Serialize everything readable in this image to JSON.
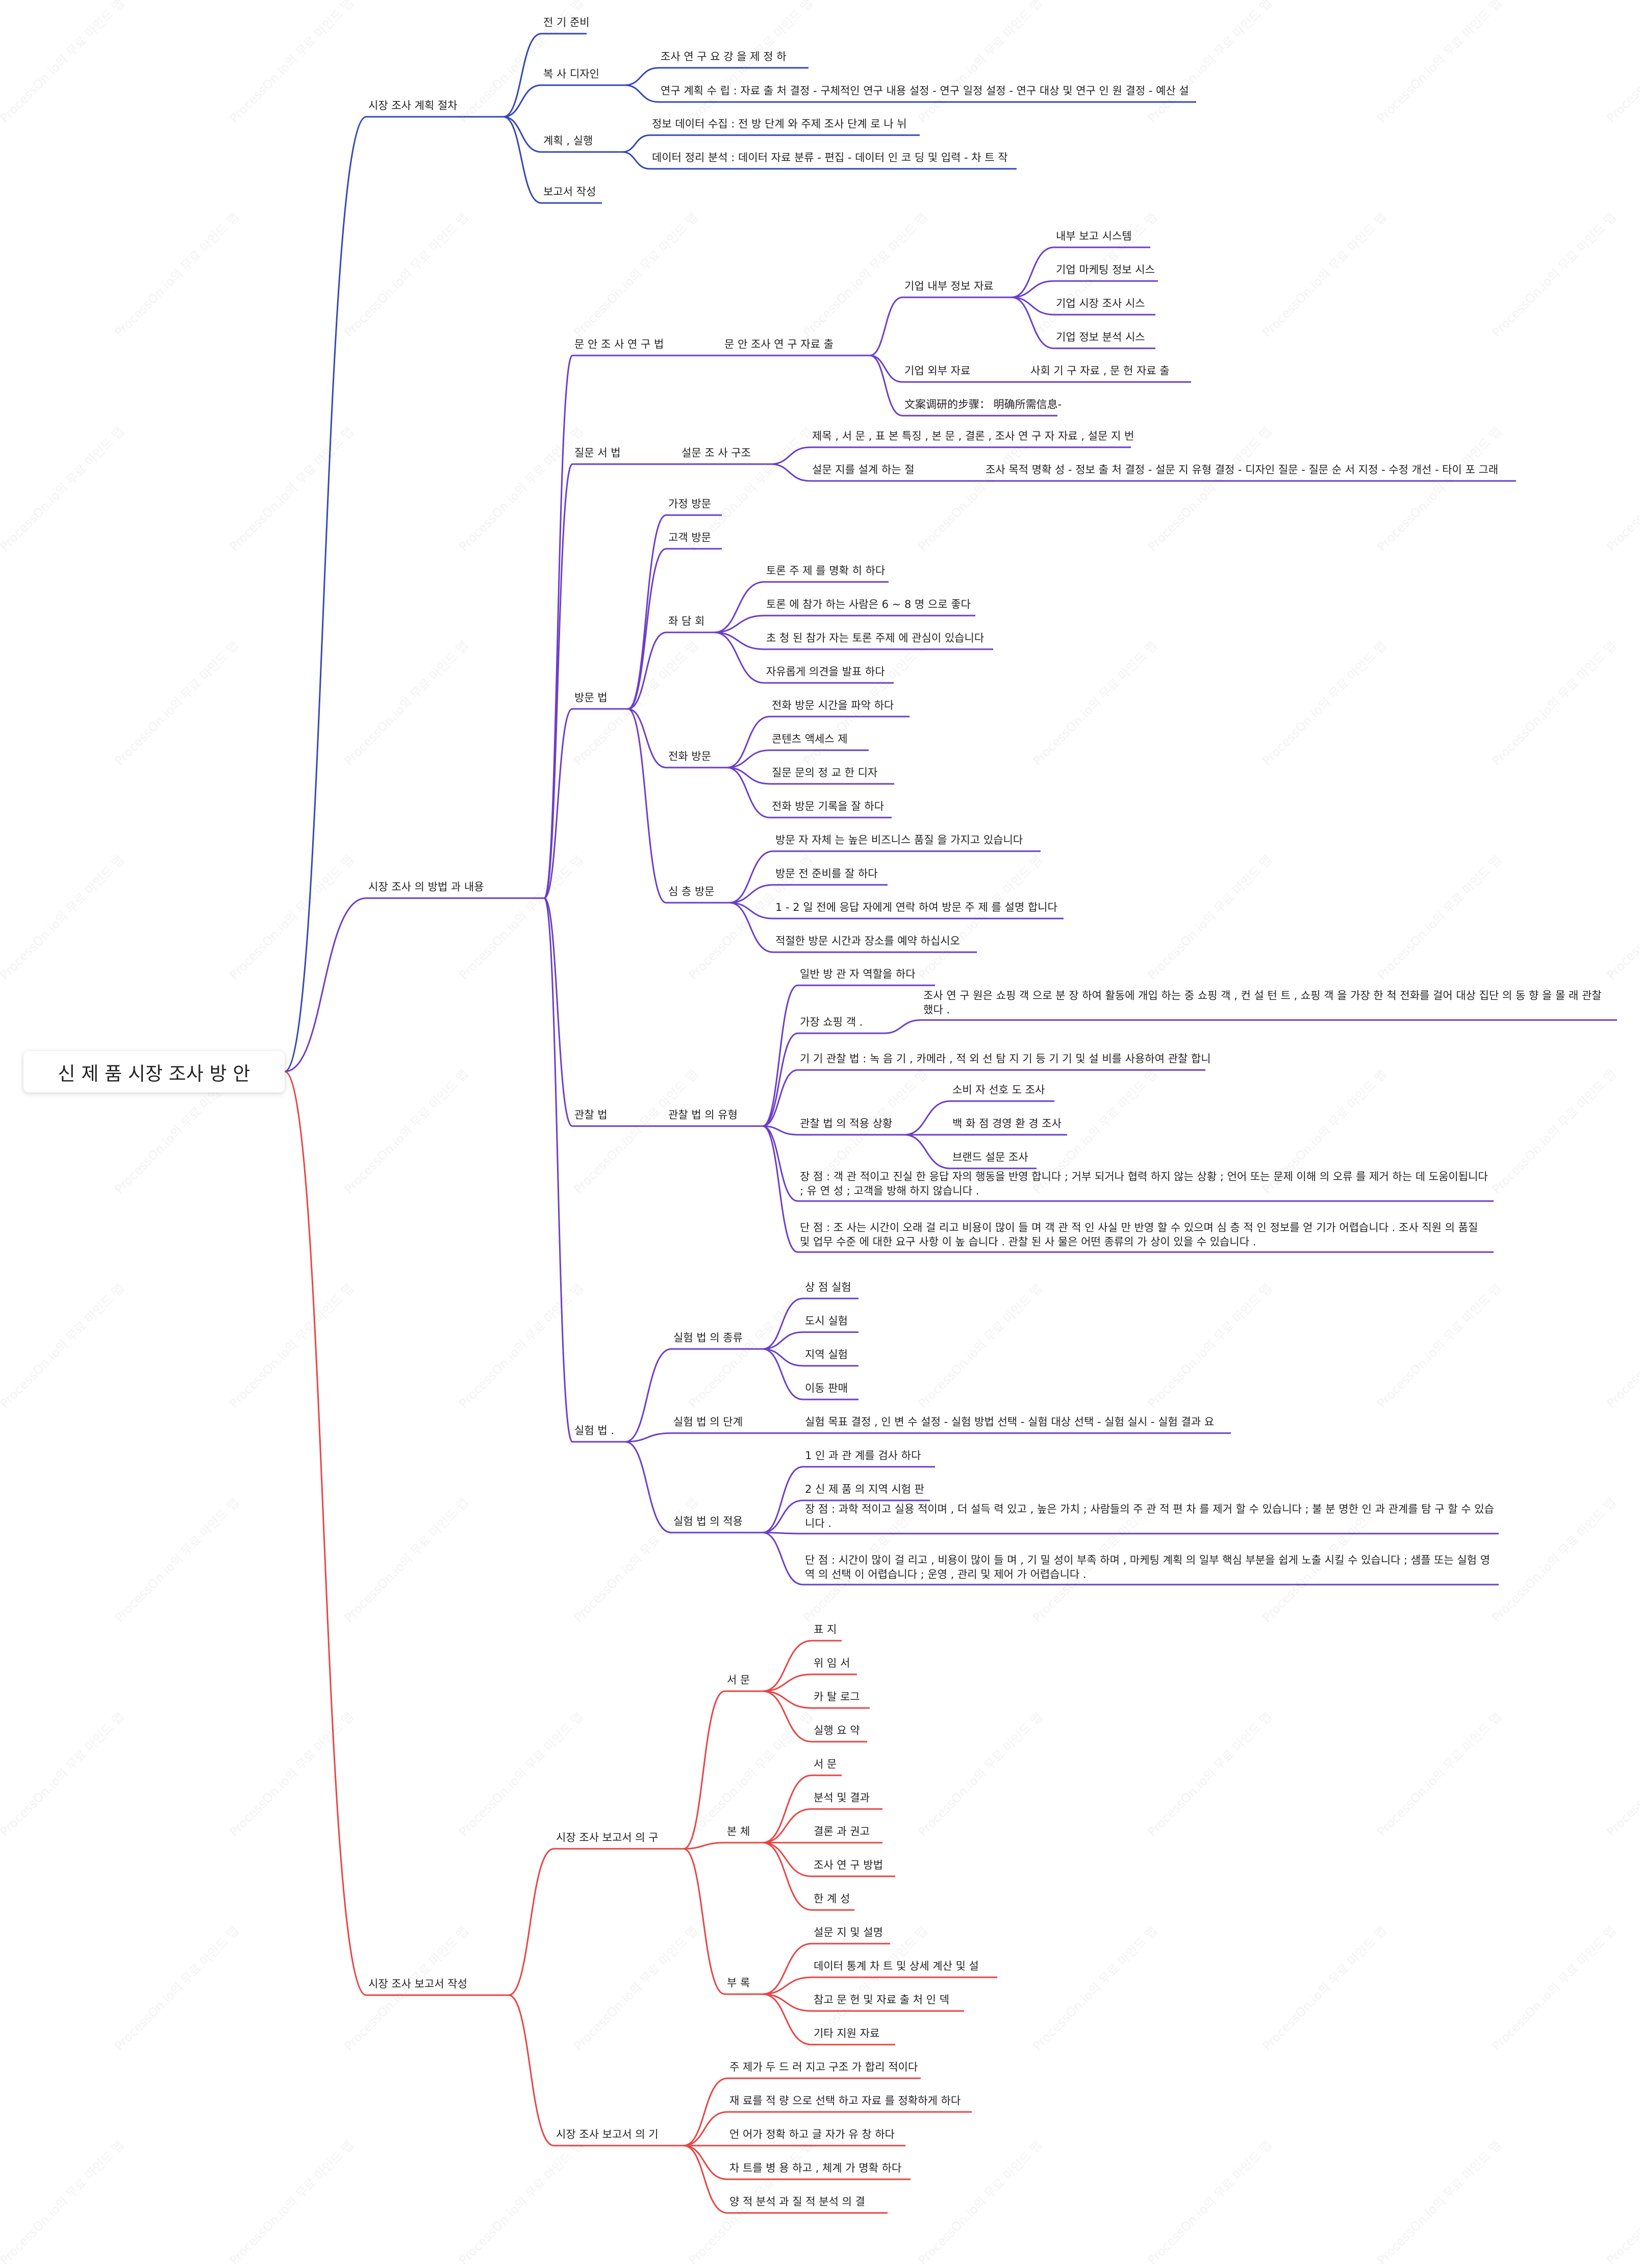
{
  "watermark": "ProcessOn.io의 무료 마인드 맵",
  "colors": {
    "blue": "#3548B5",
    "purple": "#6B3EC9",
    "red": "#E84545",
    "root_bg": "#FFFFFF"
  },
  "root": {
    "label": "신 제 품 시장 조사 방 안"
  },
  "nodes": [
    {
      "id": "n1",
      "label": "시장 조사 계획 절차"
    },
    {
      "id": "n1a",
      "label": "전 기 준비"
    },
    {
      "id": "n1b",
      "label": "복 사 디자인"
    },
    {
      "id": "n1b1",
      "label": "조사 연 구 요 강 을 제 정 하"
    },
    {
      "id": "n1b2",
      "label": "연구 계획 수 립 : 자료 출 처 결정 - 구체적인 연구 내용 설정 - 연구 일정 설정 - 연구 대상 및 연구 인 원 결정 - 예산 설"
    },
    {
      "id": "n1c",
      "label": "계획 , 실행"
    },
    {
      "id": "n1c1",
      "label": "정보 데이터 수집 : 전 방 단계 와 주제 조사 단계 로 나 뉘"
    },
    {
      "id": "n1c2",
      "label": "데이터 정리 분석 : 데이터 자료 분류 - 편집 - 데이터 인 코 딩 및 입력 - 차 트 작"
    },
    {
      "id": "n1d",
      "label": "보고서 작성"
    },
    {
      "id": "n2",
      "label": "시장 조사 의 방법 과 내용"
    },
    {
      "id": "n2a",
      "label": "문 안 조 사 연 구 법"
    },
    {
      "id": "n2a1",
      "label": "문 안 조사 연 구 자료 출"
    },
    {
      "id": "n2a1a",
      "label": "기업 내부 정보 자료"
    },
    {
      "id": "n2a1a1",
      "label": "내부 보고 시스템"
    },
    {
      "id": "n2a1a2",
      "label": "기업 마케팅 정보 시스"
    },
    {
      "id": "n2a1a3",
      "label": "기업 시장 조사 시스"
    },
    {
      "id": "n2a1a4",
      "label": "기업 정보 분석 시스"
    },
    {
      "id": "n2a1b",
      "label": "기업 외부 자료"
    },
    {
      "id": "n2a1b1",
      "label": "사회 기 구 자료 , 문 헌 자료 출"
    },
    {
      "id": "n2a1c",
      "label": "文案调研的步骤：  明确所需信息-"
    },
    {
      "id": "n2b",
      "label": "질문 서 법"
    },
    {
      "id": "n2b1",
      "label": "설문 조 사 구조"
    },
    {
      "id": "n2b1a",
      "label": "제목 , 서 문 , 표 본 특징 , 본 문 , 결론 , 조사 연 구 자 자료 , 설문 지 번"
    },
    {
      "id": "n2b1b",
      "label": "설문 지를 설계 하는 절"
    },
    {
      "id": "n2b1b1",
      "label": "조사 목적 명확 성 - 정보 출 처 결정 - 설문 지 유형 결정 - 디자인 질문 - 질문 순 서 지정 - 수정 개선 - 타이 포 그래"
    },
    {
      "id": "n2c",
      "label": "방문 법"
    },
    {
      "id": "n2c1",
      "label": "가정 방문"
    },
    {
      "id": "n2c2",
      "label": "고객 방문"
    },
    {
      "id": "n2c3",
      "label": "좌 담 회"
    },
    {
      "id": "n2c3a",
      "label": "토론 주 제 를 명확 히 하다"
    },
    {
      "id": "n2c3b",
      "label": "토론 에 참가 하는 사람은 6 ~ 8 명 으로 좋다"
    },
    {
      "id": "n2c3c",
      "label": "초 청 된 참가 자는 토론 주제 에 관심이 있습니다"
    },
    {
      "id": "n2c3d",
      "label": "자유롭게 의견을 발표 하다"
    },
    {
      "id": "n2c4",
      "label": "전화 방문"
    },
    {
      "id": "n2c4a",
      "label": "전화 방문 시간을 파악 하다"
    },
    {
      "id": "n2c4b",
      "label": "콘텐츠 액세스 제"
    },
    {
      "id": "n2c4c",
      "label": "질문 문의 정 교 한 디자"
    },
    {
      "id": "n2c4d",
      "label": "전화 방문 기록을 잘 하다"
    },
    {
      "id": "n2c5",
      "label": "심 층 방문"
    },
    {
      "id": "n2c5a",
      "label": "방문 자 자체 는 높은 비즈니스 품질 을 가지고 있습니다"
    },
    {
      "id": "n2c5b",
      "label": "방문 전 준비를 잘 하다"
    },
    {
      "id": "n2c5c",
      "label": "1 - 2 일 전에 응답 자에게 연락 하여 방문 주 제 를 설명 합니다"
    },
    {
      "id": "n2c5d",
      "label": "적절한 방문 시간과 장소를 예약 하십시오"
    },
    {
      "id": "n2d",
      "label": "관찰 법"
    },
    {
      "id": "n2d1",
      "label": "관찰 법 의 유형"
    },
    {
      "id": "n2d1a",
      "label": "일반 방 관 자 역할을 하다"
    },
    {
      "id": "n2d1b",
      "label": "가장 쇼핑 객 ."
    },
    {
      "id": "n2d1b1",
      "label": "조사 연 구 원은 쇼핑 객 으로 분 장 하여 활동에 개입 하는 중 쇼핑 객 , 컨 설 턴 트 , 쇼핑 객 을 가장 한 척 전화를 걸어 대상 집단 의 동 향 을 몰 래 관찰 했다 ."
    },
    {
      "id": "n2d1c",
      "label": "기 기 관찰 법 : 녹 음 기 , 카메라 , 적 외 선 탐 지 기 등 기 기 및 설 비를 사용하여 관찰 합니"
    },
    {
      "id": "n2d1d",
      "label": "관찰 법 의 적용 상황"
    },
    {
      "id": "n2d1d1",
      "label": "소비 자 선호 도 조사"
    },
    {
      "id": "n2d1d2",
      "label": "백 화 점 경영 환 경 조사"
    },
    {
      "id": "n2d1d3",
      "label": "브랜드 설문 조사"
    },
    {
      "id": "n2d1e",
      "label": "장 점 : 객 관 적이고 진실 한 응답 자의 행동을 반영 합니다 ; 거부 되거나 협력 하지 않는 상황 ; 언어 또는 문제 이해 의 오류 를 제거 하는 데 도움이됩니다 ; 유 연 성 ; 고객을 방해 하지 않습니다 ."
    },
    {
      "id": "n2d1f",
      "label": "단 점 : 조 사는 시간이 오래 걸 리고 비용이 많이 들 며 객 관 적 인 사실 만 반영 할 수 있으며 심 층 적 인 정보를 얻 기가 어렵습니다 . 조사 직원 의 품질 및 업무 수준 에 대한 요구 사항 이 높 습니다 . 관찰 된 사 물은 어떤 종류의 가 상이 있을 수 있습니다 ."
    },
    {
      "id": "n2e",
      "label": "실험 법 ."
    },
    {
      "id": "n2e1",
      "label": "실험 법 의 종류"
    },
    {
      "id": "n2e1a",
      "label": "상 점 실험"
    },
    {
      "id": "n2e1b",
      "label": "도시 실험"
    },
    {
      "id": "n2e1c",
      "label": "지역 실험"
    },
    {
      "id": "n2e1d",
      "label": "이동 판매"
    },
    {
      "id": "n2e2",
      "label": "실험 법 의 단계"
    },
    {
      "id": "n2e2a",
      "label": "실험 목표 결정 , 인 변 수 설정 - 실험 방법 선택 - 실험 대상 선택 - 실험 실시 - 실험 결과 요"
    },
    {
      "id": "n2e3",
      "label": "실험 법 의 적용"
    },
    {
      "id": "n2e3a",
      "label": "1 인 과 관 계를 검사 하다"
    },
    {
      "id": "n2e3b",
      "label": "2 신 제 품 의 지역 시험 판"
    },
    {
      "id": "n2e3c",
      "label": "장 점 : 과학 적이고 실용 적이며 , 더 설득 력 있고 , 높은 가치 ; 사람들의 주 관 적 편 차 를 제거 할 수 있습니다 ; 불 분 명한 인 과 관계를 탐 구 할 수 있습니다 ."
    },
    {
      "id": "n2e3d",
      "label": "단 점 : 시간이 많이 걸 리고 , 비용이 많이 들 며 , 기 밀 성이 부족 하며 , 마케팅 계획 의 일부 핵심 부분을 쉽게 노출 시킬 수 있습니다 ; 샘플 또는 실험 영역 의 선택 이 어렵습니다 ; 운영 , 관리 및 제어 가 어렵습니다 ."
    },
    {
      "id": "n3",
      "label": "시장 조사 보고서 작성"
    },
    {
      "id": "n3a",
      "label": "시장 조사 보고서 의 구"
    },
    {
      "id": "n3a1",
      "label": "서 문"
    },
    {
      "id": "n3a1a",
      "label": "표 지"
    },
    {
      "id": "n3a1b",
      "label": "위 임 서"
    },
    {
      "id": "n3a1c",
      "label": "카 탈 로그"
    },
    {
      "id": "n3a1d",
      "label": "실행 요 약"
    },
    {
      "id": "n3a2",
      "label": "본 체"
    },
    {
      "id": "n3a2a",
      "label": "서 문"
    },
    {
      "id": "n3a2b",
      "label": "분석 및 결과"
    },
    {
      "id": "n3a2c",
      "label": "결론 과 권고"
    },
    {
      "id": "n3a2d",
      "label": "조사 연 구 방법"
    },
    {
      "id": "n3a2e",
      "label": "한 계 성"
    },
    {
      "id": "n3a3",
      "label": "부 록"
    },
    {
      "id": "n3a3a",
      "label": "설문 지 및 설명"
    },
    {
      "id": "n3a3b",
      "label": "데이터 통계 차 트 및 상세 계산 및 설"
    },
    {
      "id": "n3a3c",
      "label": "참고 문 헌 및 자료 출 처 인 덱"
    },
    {
      "id": "n3a3d",
      "label": "기타 지원 자료"
    },
    {
      "id": "n3b",
      "label": "시장 조사 보고서 의 기"
    },
    {
      "id": "n3b1",
      "label": "주 제가 두 드 러 지고 구조 가 합리 적이다"
    },
    {
      "id": "n3b2",
      "label": "재 료를 적 량 으로 선택 하고 자료 를 정확하게 하다"
    },
    {
      "id": "n3b3",
      "label": "언 어가 정확 하고 글 자가 유 창 하다"
    },
    {
      "id": "n3b4",
      "label": "차 트를 병 용 하고 , 체계 가 명확 하다"
    },
    {
      "id": "n3b5",
      "label": "양 적 분석 과 질 적 분석 의 결"
    }
  ]
}
